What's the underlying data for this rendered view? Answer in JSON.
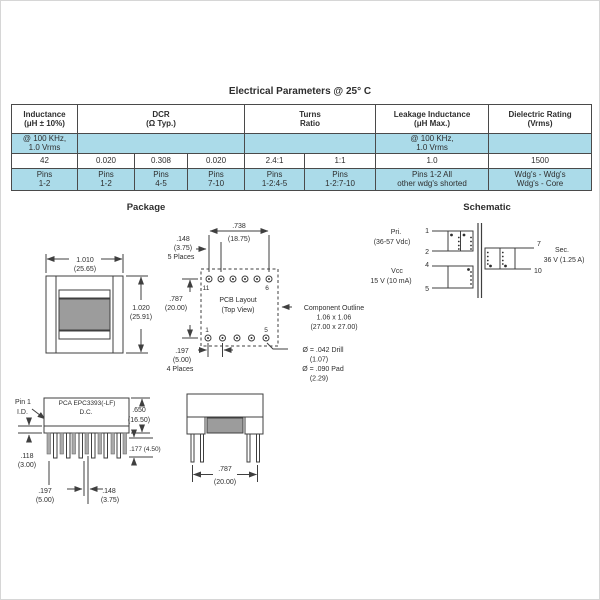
{
  "table": {
    "title": "Electrical Parameters @ 25° C",
    "col_headers": [
      {
        "l1": "Inductance",
        "l2": "(μH ± 10%)"
      },
      {
        "l1": "DCR",
        "l2": "(Ω Typ.)"
      },
      {
        "l1": "Turns",
        "l2": "Ratio"
      },
      {
        "l1": "Leakage Inductance",
        "l2": "(μH Max.)"
      },
      {
        "l1": "Dielectric Rating",
        "l2": "(Vrms)"
      }
    ],
    "cond_inductance": {
      "l1": "@ 100 KHz,",
      "l2": "1.0 Vrms"
    },
    "cond_leakage": {
      "l1": "@ 100 KHz,",
      "l2": "1.0 Vrms"
    },
    "values": [
      "42",
      "0.020",
      "0.308",
      "0.020",
      "2.4:1",
      "1:1",
      "1.0",
      "1500"
    ],
    "pins": [
      {
        "l1": "Pins",
        "l2": "1-2"
      },
      {
        "l1": "Pins",
        "l2": "1-2"
      },
      {
        "l1": "Pins",
        "l2": "4-5"
      },
      {
        "l1": "Pins",
        "l2": "7-10"
      },
      {
        "l1": "Pins",
        "l2": "1-2:4-5"
      },
      {
        "l1": "Pins",
        "l2": "1-2:7-10"
      },
      {
        "l1": "Pins 1-2 All",
        "l2": "other wdg's shorted"
      },
      {
        "l1": "Wdg's - Wdg's",
        "l2": "Wdg's -  Core"
      }
    ]
  },
  "package_title": "Package",
  "drawings": {
    "top_view": {
      "w_in": "1.010",
      "w_mm": "(25.65)",
      "h_in": "1.020",
      "h_mm": "(25.91)"
    },
    "pcb": {
      "title1": "PCB Layout",
      "title2": "(Top View)",
      "span_in": ".738",
      "span_mm": "(18.75)",
      "pitch_top_in": ".148",
      "pitch_top_mm": "(3.75)",
      "pitch_top_note": "5 Places",
      "h_in": ".787",
      "h_mm": "(20.00)",
      "pitch_bot_in": ".197",
      "pitch_bot_mm": "(5.00)",
      "pitch_bot_note": "4 Places",
      "pin_tl": "11",
      "pin_tr": "6",
      "pin_bl": "1",
      "pin_br": "5",
      "outline1": "Component Outline",
      "outline2": "1.06 x 1.06",
      "outline3": "(27.00 x 27.00)",
      "drill1": "Ø = .042 Drill",
      "drill2": "(1.07)",
      "pad1": "Ø = .090 Pad",
      "pad2": "(2.29)"
    },
    "side": {
      "pin1_1": "Pin 1",
      "pin1_2": "I.D.",
      "part1": "PCA EPC3393(-LF)",
      "part2": "D.C.",
      "h_in": ".650",
      "h_mm": "(16.50)",
      "standoff_in": ".118",
      "standoff_mm": "(3.00)",
      "pin_len": ".177 (4.50)",
      "p1_in": ".197",
      "p1_mm": "(5.00)",
      "p2_in": ".148",
      "p2_mm": "(3.75)"
    },
    "front": {
      "w_in": ".787",
      "w_mm": "(20.00)"
    }
  },
  "schematic": {
    "title": "Schematic",
    "pri1": "Pri.",
    "pri2": "(36-57 Vdc)",
    "vcc1": "Vcc",
    "vcc2": "15 V (10 mA)",
    "sec1": "Sec.",
    "sec2": "36 V (1.25 A)",
    "p1": "1",
    "p2": "2",
    "p4": "4",
    "p5": "5",
    "p7": "7",
    "p10": "10"
  },
  "colors": {
    "row_blue": "#abdbe9",
    "core_gray": "#9c9c9c",
    "line": "#3f3f3f"
  }
}
